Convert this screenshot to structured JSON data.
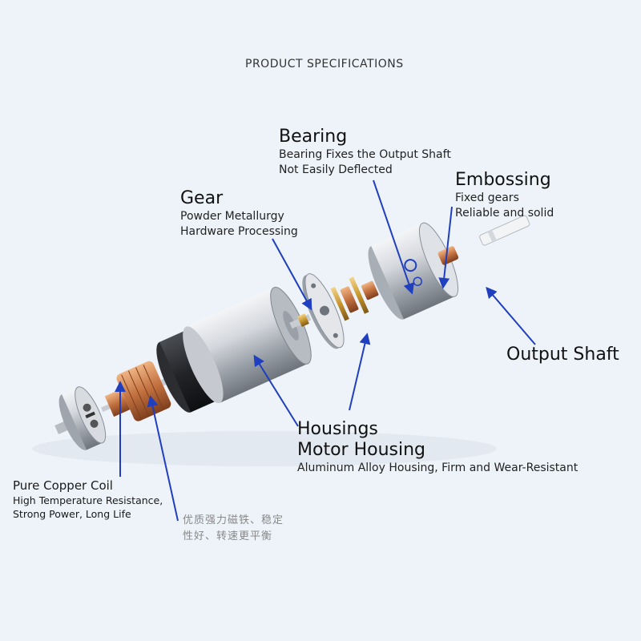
{
  "header": {
    "title": "PRODUCT SPECIFICATIONS"
  },
  "callouts": {
    "bearing": {
      "heading": "Bearing",
      "lines": [
        "Bearing Fixes the Output Shaft",
        "Not Easily Deflected"
      ]
    },
    "embossing": {
      "heading": "Embossing",
      "lines": [
        "Fixed gears",
        "Reliable and solid"
      ]
    },
    "gear": {
      "heading": "Gear",
      "lines": [
        "Powder Metallurgy",
        "Hardware Processing"
      ]
    },
    "output_shaft": {
      "heading": "Output Shaft"
    },
    "housings": {
      "heading": "Housings",
      "heading2": "Motor Housing",
      "lines": [
        "Aluminum Alloy Housing, Firm and Wear-Resistant"
      ]
    },
    "copper_coil": {
      "heading": "Pure Copper Coil",
      "lines": [
        "High Temperature Resistance,",
        "Strong Power, Long Life"
      ]
    },
    "magnet": {
      "lines": [
        "优质强力磁铁、稳定",
        "性好、转速更平衡"
      ]
    }
  },
  "colors": {
    "background": "#eef3f9",
    "arrow": "#1f3fbf",
    "metal_light": "#e6e8ec",
    "metal_dark": "#8a9099",
    "copper": "#c87a4a",
    "brass": "#d9a441"
  }
}
